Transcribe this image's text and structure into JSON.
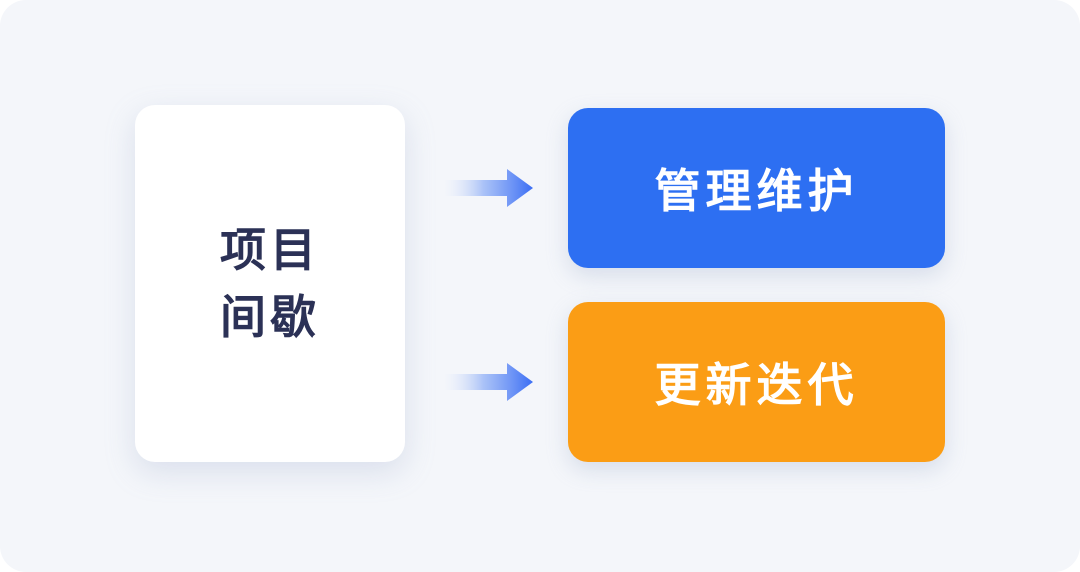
{
  "page": {
    "background": "#FFFFFF",
    "panel_background": "#F4F6FA"
  },
  "diagram": {
    "source": {
      "label_line1": "项目",
      "label_line2": "间歇",
      "text_color": "#2B3156",
      "background": "#FFFFFF"
    },
    "arrows": {
      "count": 2,
      "direction": "right",
      "gradient_start": "#F4F6FA",
      "gradient_end": "#3B6EF4"
    },
    "targets": [
      {
        "label": "管理维护",
        "background": "#2D6FF2",
        "text_color": "#FFFFFF"
      },
      {
        "label": "更新迭代",
        "background": "#FB9D15",
        "text_color": "#FFFFFF"
      }
    ]
  }
}
